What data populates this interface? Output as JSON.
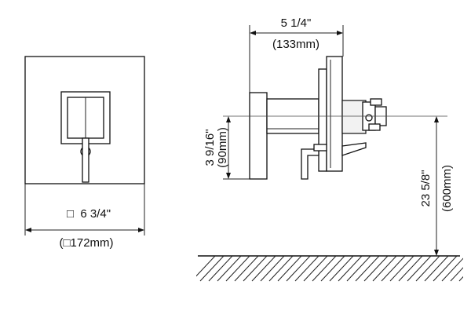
{
  "front_view": {
    "width_dim_imperial": "□  6 3/4\"",
    "width_dim_metric": "(□172mm)"
  },
  "side_view": {
    "depth_dim_imperial": "5 1/4\"",
    "depth_dim_metric": "(133mm)",
    "handle_height_imperial": "3 9/16\"",
    "handle_height_metric": "(90mm)",
    "floor_height_imperial": "23 5/8\"",
    "floor_height_metric": "(600mm)"
  }
}
